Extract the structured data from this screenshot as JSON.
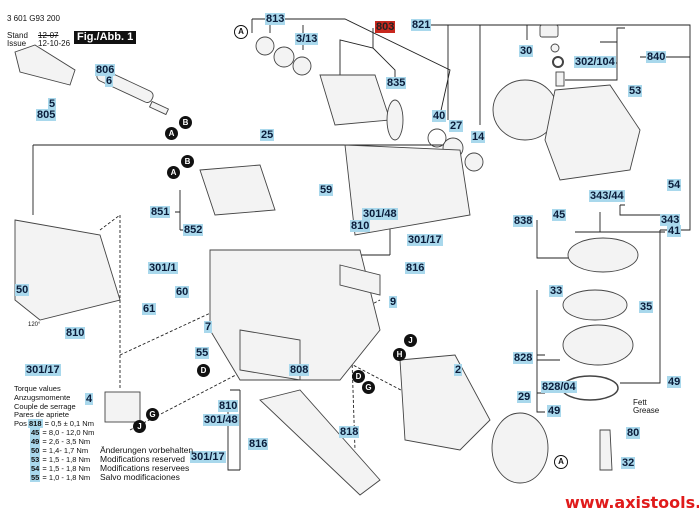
{
  "header": {
    "part_number": "3 601 G93 200",
    "stand_label": "Stand",
    "issue_label": "Issue",
    "stand_value": "12-07",
    "issue_value": "12-10-26",
    "figure_label": "Fig./Abb. 1"
  },
  "labels": {
    "l813": "813",
    "l803": "803",
    "l821": "821",
    "l313": "3/13",
    "l835": "835",
    "l806": "806",
    "l6": "6",
    "l5": "5",
    "l805": "805",
    "l25": "25",
    "l30": "30",
    "l840": "840",
    "l302104": "302/104",
    "l53": "53",
    "l40": "40",
    "l27": "27",
    "l14": "14",
    "l851": "851",
    "l852": "852",
    "l59": "59",
    "l30148a": "301/48",
    "l810a": "810",
    "l30117a": "301/17",
    "l816a": "816",
    "l838": "838",
    "l45": "45",
    "l34344": "343/44",
    "l54": "54",
    "l343": "343",
    "l41": "41",
    "l3011": "301/1",
    "l9": "9",
    "l50": "50",
    "l60": "60",
    "l61": "61",
    "l7": "7",
    "l55": "55",
    "l810b": "810",
    "l30117b": "301/17",
    "l120": "120°",
    "l33": "33",
    "l35": "35",
    "l828": "828",
    "l82804": "828/04",
    "l49a": "49",
    "l49b": "49",
    "l29": "29",
    "l80": "80",
    "l32": "32",
    "l2": "2",
    "l808": "808",
    "l818": "818",
    "l4": "4",
    "l810c": "810",
    "l30148b": "301/48",
    "l30117c": "301/17",
    "l816b": "816"
  },
  "markers": {
    "A": "A",
    "B": "B",
    "D": "D",
    "G": "G",
    "H": "H",
    "J": "J"
  },
  "grease_note": {
    "line1": "Fett",
    "line2": "Grease"
  },
  "torque": {
    "title_lines": [
      "Torque values",
      "Anzugsmomente",
      "Couple de serrage",
      "Pares de apriete"
    ],
    "pos_label": "Pos",
    "rows": [
      {
        "pos": "818",
        "value": "0,5 ± 0,1 Nm"
      },
      {
        "pos": "45",
        "value": "8,0 - 12,0 Nm"
      },
      {
        "pos": "49",
        "value": "2,6 - 3,5 Nm"
      },
      {
        "pos": "50",
        "value": "1,4- 1,7 Nm"
      },
      {
        "pos": "53",
        "value": "1,5 - 1,8 Nm"
      },
      {
        "pos": "54",
        "value": "1,5 - 1,8 Nm"
      },
      {
        "pos": "55",
        "value": "1,0 - 1,8 Nm"
      }
    ]
  },
  "modifications": [
    "Änderungen vorbehalten",
    "Modifications reserved",
    "Modifications reservees",
    "Salvo modificaciones"
  ],
  "watermark": "www.axistools.ru",
  "colors": {
    "label_bg": "#a9d8ec",
    "highlight_label_bg": "#c8281e",
    "watermark": "#e01b1b"
  }
}
